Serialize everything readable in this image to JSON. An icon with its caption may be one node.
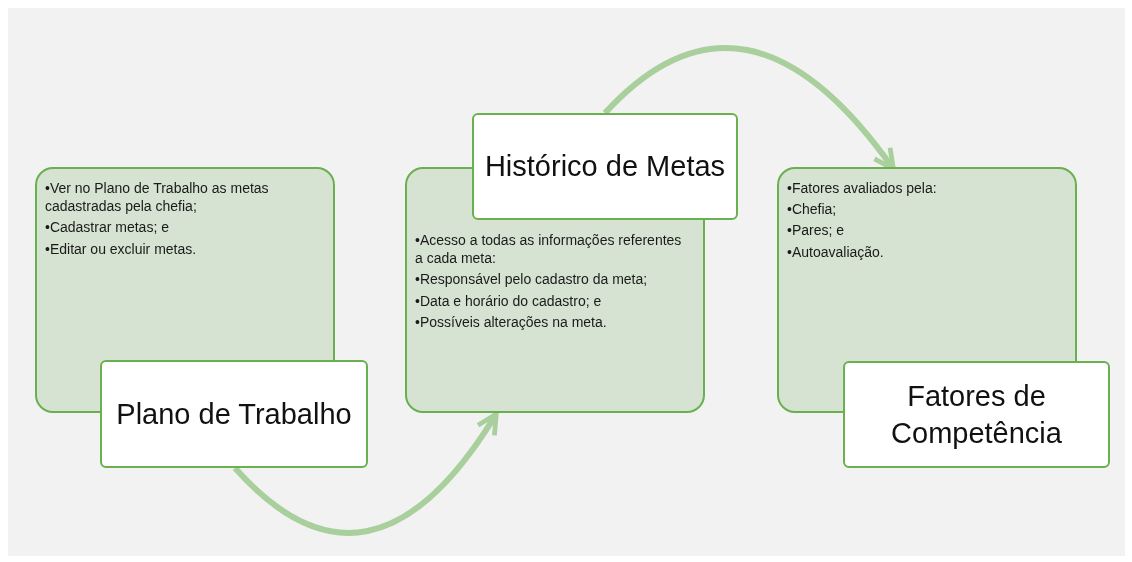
{
  "diagram": {
    "nodes": [
      {
        "text": [
          "•Ver no Plano de Trabalho as metas cadastradas pela chefia;",
          "•Cadastrar metas; e",
          "•Editar ou excluir metas."
        ]
      },
      {
        "text": [
          "Plano de Trabalho"
        ]
      },
      {
        "text": [
          "•Acesso a todas as informações referentes a cada meta:",
          "•Responsável pelo cadastro da meta;",
          "•Data e horário do cadastro; e",
          "•Possíveis alterações na meta."
        ]
      },
      {
        "text": [
          "Histórico de Metas"
        ]
      },
      {
        "text": [
          "•Fatores avaliados pela:",
          "•Chefia;",
          "•Pares; e",
          "•Autoavaliação."
        ]
      },
      {
        "text": [
          "Fatores de Competência"
        ]
      }
    ],
    "edges": [
      {
        "from": 1,
        "to": 2,
        "arrow": "to"
      },
      {
        "from": 3,
        "to": 4,
        "arrow": "to"
      }
    ]
  }
}
